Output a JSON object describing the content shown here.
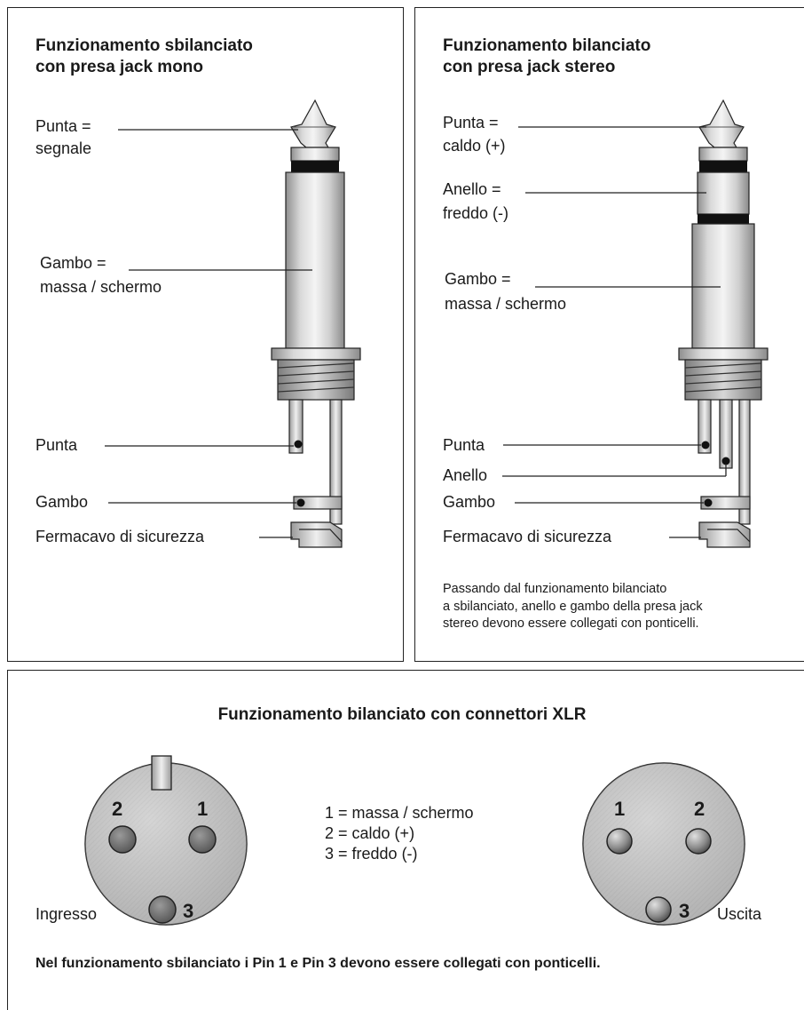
{
  "mono": {
    "title_line1": "Funzionamento sbilanciato",
    "title_line2": "con presa jack mono",
    "tip_line1": "Punta =",
    "tip_line2": "segnale",
    "sleeve_line1": "Gambo =",
    "sleeve_line2": "massa / schermo",
    "term_tip": "Punta",
    "term_sleeve": "Gambo",
    "term_clamp": "Fermacavo di sicurezza"
  },
  "stereo": {
    "title_line1": "Funzionamento bilanciato",
    "title_line2": "con presa jack stereo",
    "tip_line1": "Punta =",
    "tip_line2": "caldo (+)",
    "ring_line1": "Anello =",
    "ring_line2": "freddo (-)",
    "sleeve_line1": "Gambo =",
    "sleeve_line2": "massa / schermo",
    "term_tip": "Punta",
    "term_ring": "Anello",
    "term_sleeve": "Gambo",
    "term_clamp": "Fermacavo di sicurezza",
    "note_line1": "Passando dal funzionamento bilanciato",
    "note_line2": "a sbilanciato, anello e gambo della presa jack",
    "note_line3": "stereo devono essere  collegati con ponticelli."
  },
  "xlr": {
    "title": "Funzionamento bilanciato con connettori XLR",
    "input": {
      "label": "Ingresso",
      "pin2": "2",
      "pin1": "1",
      "pin3": "3"
    },
    "output": {
      "label": "Uscita",
      "pin1": "1",
      "pin2": "2",
      "pin3": "3"
    },
    "legend": [
      "1 = massa / schermo",
      "2 = caldo (+)",
      "3 = freddo (-)"
    ],
    "bottom_note": "Nel funzionamento sbilanciato i Pin 1 e Pin 3 devono essere collegati con ponticelli."
  },
  "colors": {
    "ink": "#1a1a1a",
    "metal_light": "#f2f2f2",
    "metal_mid": "#c8c8c8",
    "metal_dark": "#8c8c8c",
    "insulator": "#111111"
  }
}
